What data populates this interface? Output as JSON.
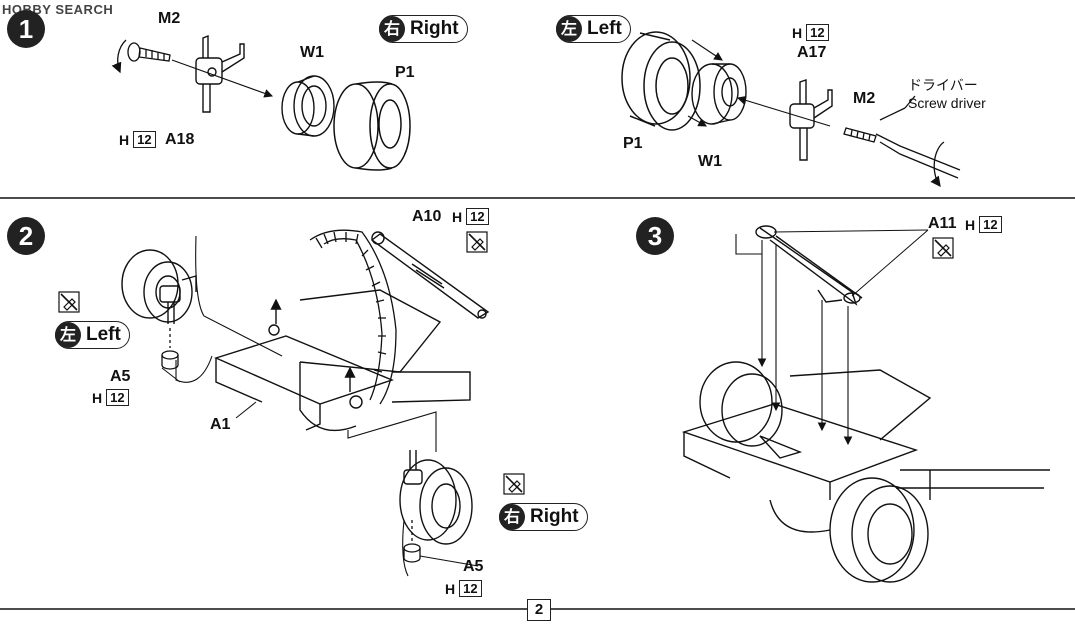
{
  "watermark": "HOBBY SEARCH",
  "steps": [
    "1",
    "2",
    "3"
  ],
  "page_number": "2",
  "badges": {
    "right_step1": {
      "kanji": "右",
      "text": "Right"
    },
    "left_step1": {
      "kanji": "左",
      "text": "Left"
    },
    "left_step2": {
      "kanji": "左",
      "text": "Left"
    },
    "right_step2": {
      "kanji": "右",
      "text": "Right"
    }
  },
  "labels": {
    "m2_a": "M2",
    "w1_a": "W1",
    "p1_a": "P1",
    "a18": "A18",
    "p1_b": "P1",
    "w1_b": "W1",
    "a17": "A17",
    "m2_b": "M2",
    "a10": "A10",
    "a5_left": "A5",
    "a1": "A1",
    "a5_right": "A5",
    "a11": "A11"
  },
  "hcodes": {
    "h_a18": {
      "prefix": "H",
      "num": "12"
    },
    "h_a17": {
      "prefix": "H",
      "num": "12"
    },
    "h_a10": {
      "prefix": "H",
      "num": "12"
    },
    "h_a5_left": {
      "prefix": "H",
      "num": "12"
    },
    "h_a5_right": {
      "prefix": "H",
      "num": "12"
    },
    "h_a11": {
      "prefix": "H",
      "num": "12"
    }
  },
  "notes": {
    "driver_jp": "ドライバー",
    "driver_en": "Screw driver"
  },
  "icons": [
    "glue-prohibited-icon",
    "glue-prohibited-icon",
    "glue-prohibited-icon",
    "glue-prohibited-icon"
  ]
}
